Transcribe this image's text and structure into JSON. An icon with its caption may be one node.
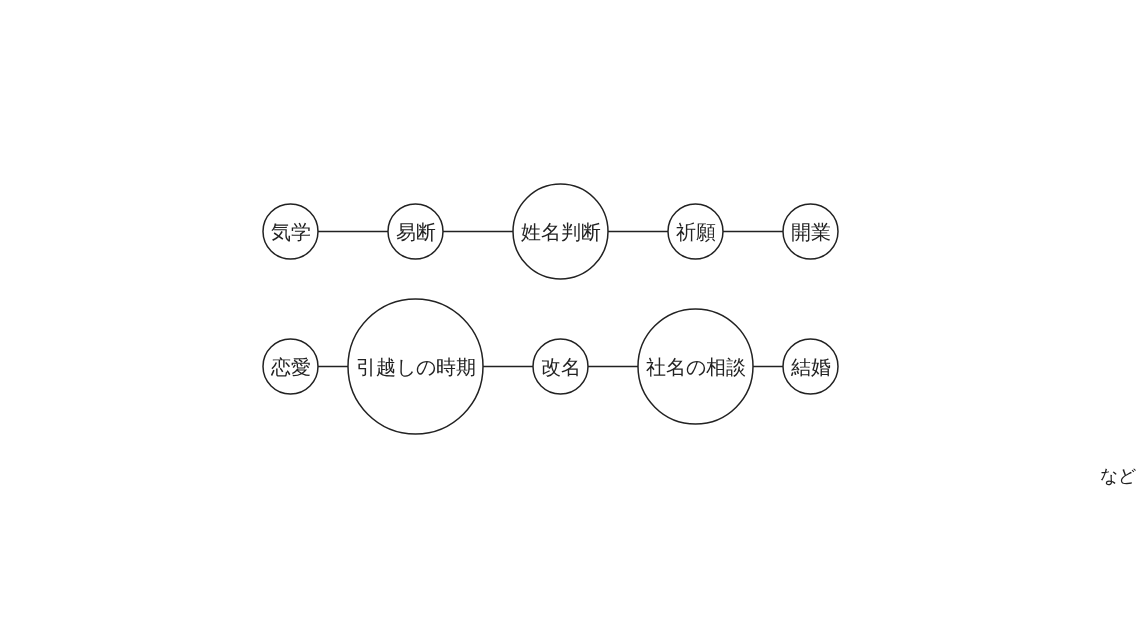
{
  "diagram": {
    "nodes": [
      {
        "text": [
          "気学"
        ]
      },
      {
        "text": [
          "姓名判断"
        ]
      },
      {
        "text": [
          "開業"
        ]
      },
      {
        "text": [
          "易断"
        ]
      },
      {
        "text": [
          "祈願"
        ]
      },
      {
        "text": [
          "恋愛"
        ]
      },
      {
        "text": [
          "改名"
        ]
      },
      {
        "text": [
          "結婚"
        ]
      },
      {
        "text": [
          "引越しの時期"
        ]
      },
      {
        "text": [
          "社名の相談"
        ]
      }
    ],
    "edges": [
      {
        "from": 0,
        "to": 3,
        "arrow": "none"
      },
      {
        "from": 3,
        "to": 1,
        "arrow": "none"
      },
      {
        "from": 1,
        "to": 4,
        "arrow": "none"
      },
      {
        "from": 4,
        "to": 2,
        "arrow": "none"
      },
      {
        "from": 5,
        "to": 8,
        "arrow": "none"
      },
      {
        "from": 8,
        "to": 6,
        "arrow": "none"
      },
      {
        "from": 6,
        "to": 9,
        "arrow": "none"
      },
      {
        "from": 9,
        "to": 7,
        "arrow": "none"
      }
    ],
    "labels": [
      "など"
    ]
  }
}
